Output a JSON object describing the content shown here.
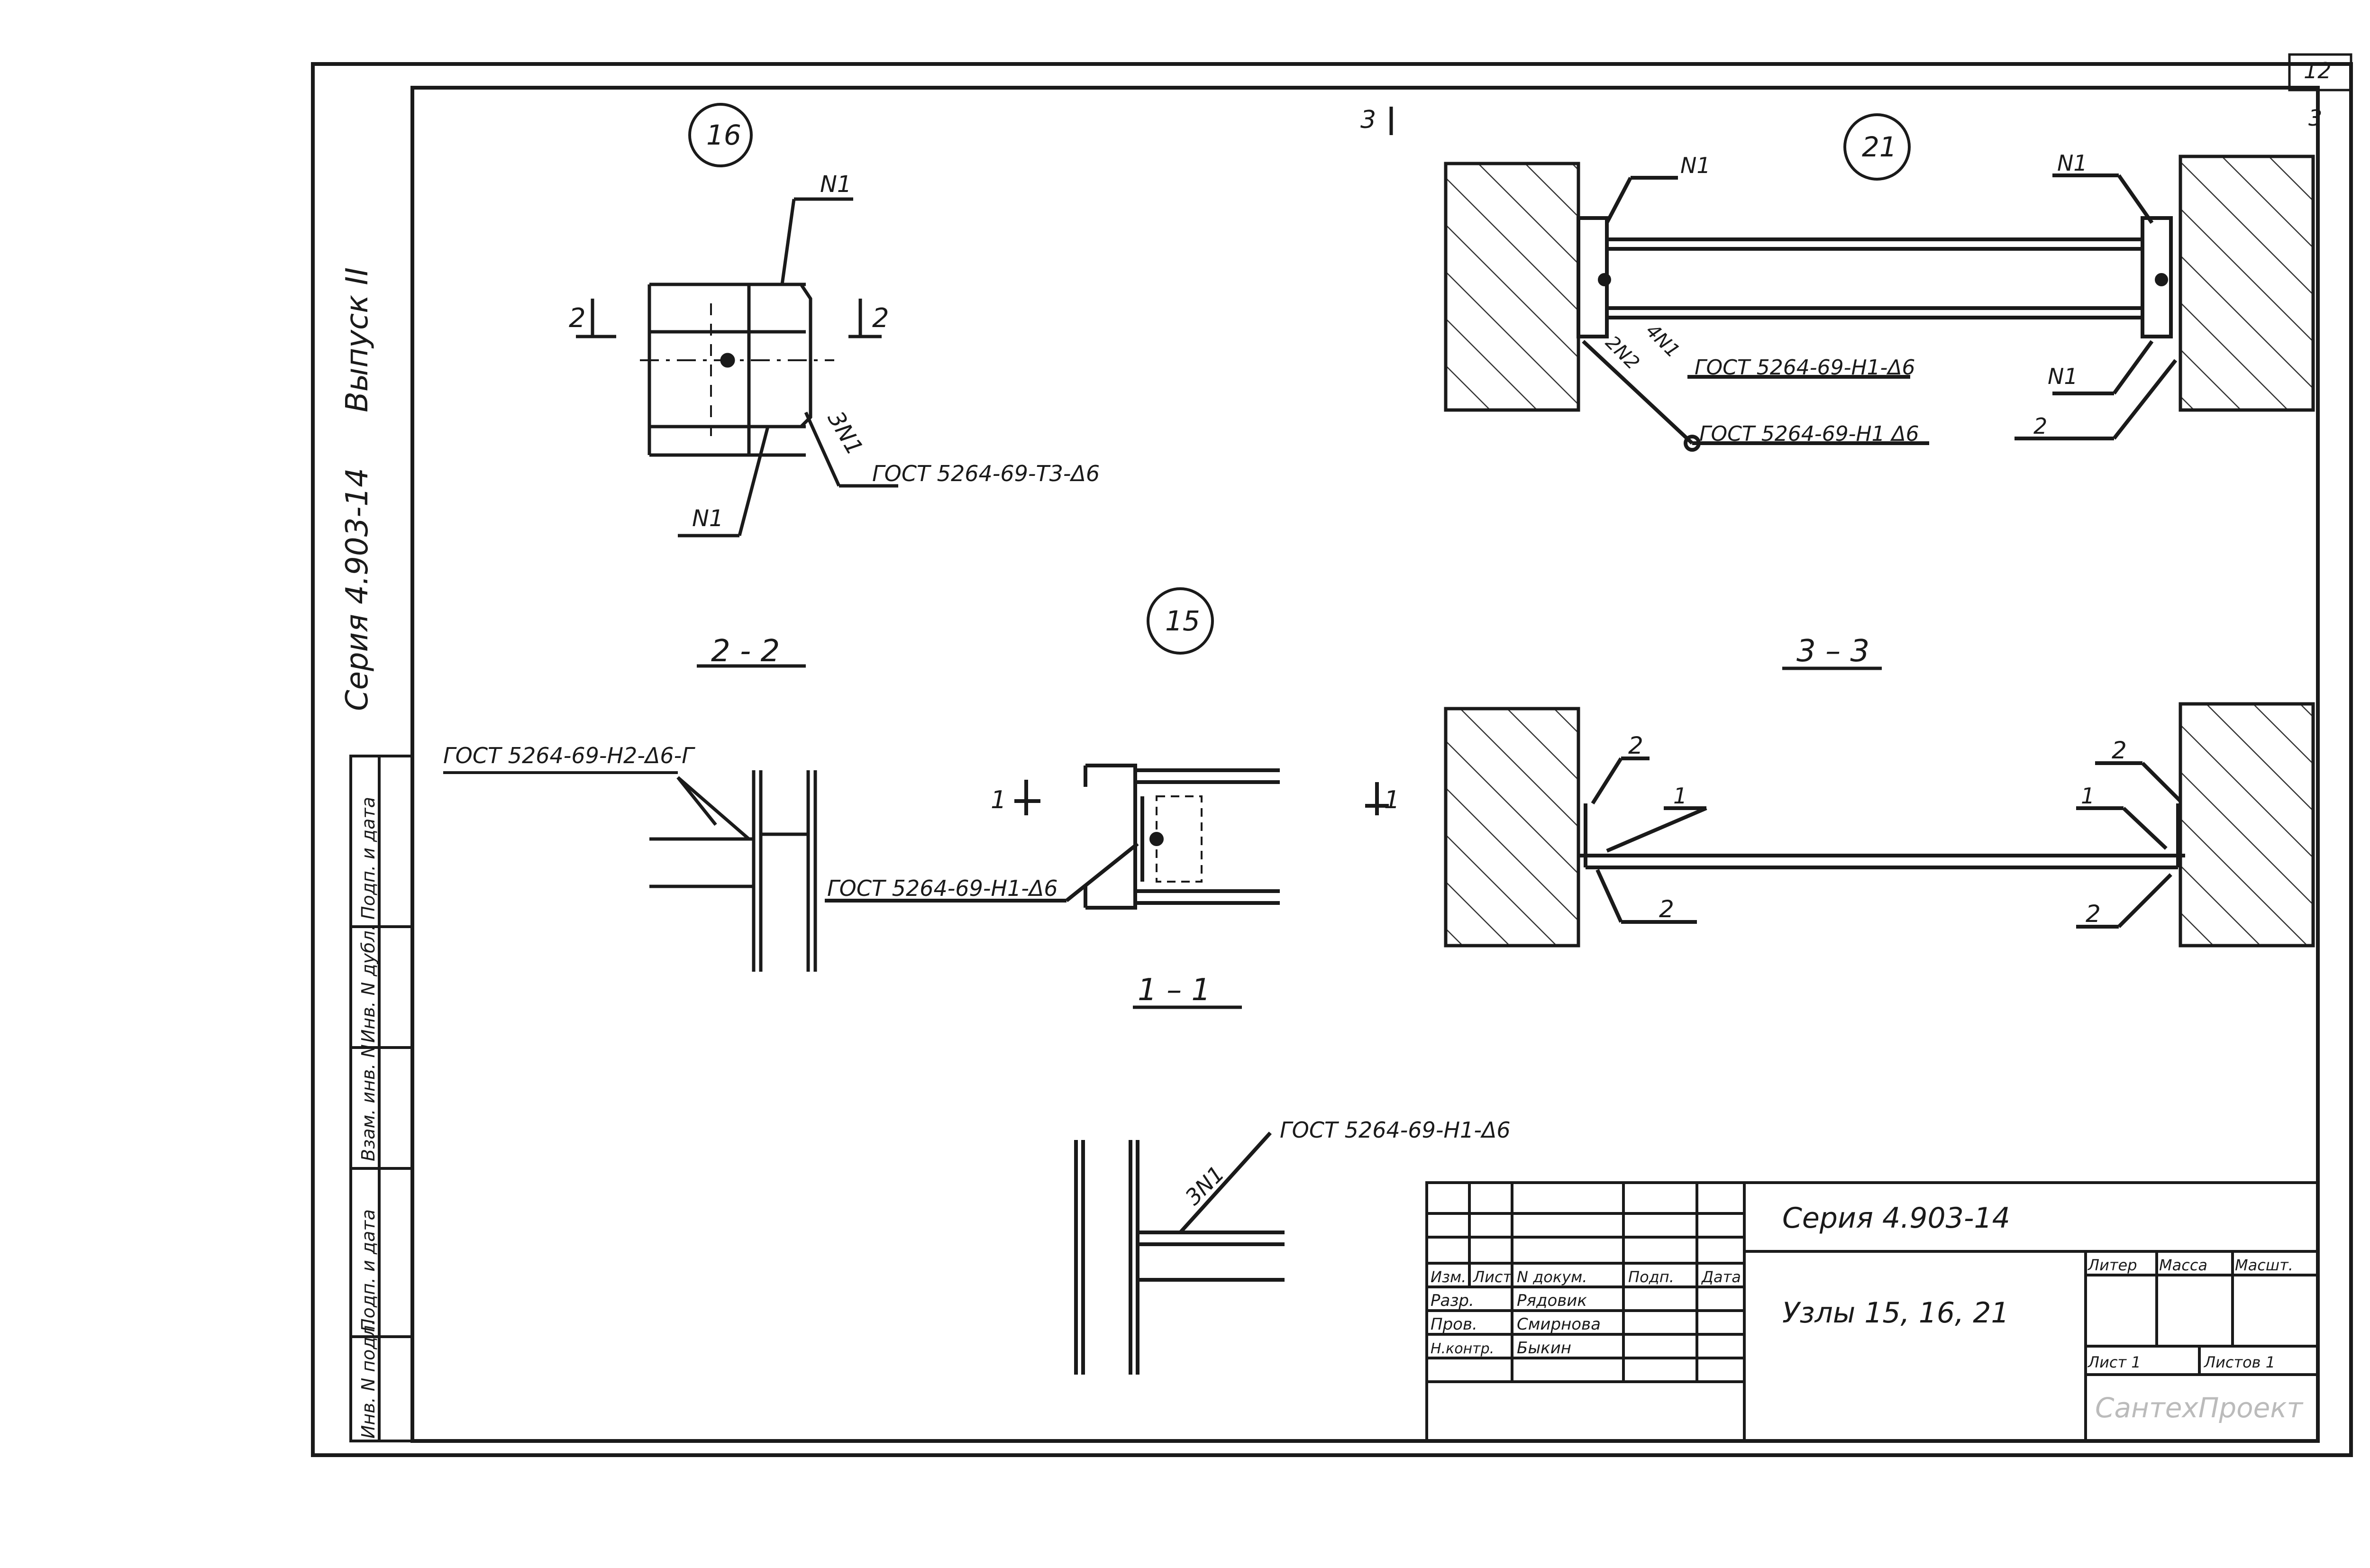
{
  "sheet_number": "12",
  "side_series": "Серия 4.903-14",
  "side_issue": "Выпуск II",
  "side_columns": [
    "Подп. и дата",
    "Взам. инв. N",
    "Инв. N дубл.",
    "Подп. и дата",
    "Инв. N подл."
  ],
  "nodes": {
    "n16": "16",
    "n21": "21",
    "n15": "15"
  },
  "sections": {
    "s22": "2 - 2",
    "s33": "3 – 3",
    "s11": "1 – 1"
  },
  "cut_marks": {
    "c2": "2",
    "c3": "3",
    "c1": "1"
  },
  "callouts": {
    "n1": "N1",
    "three_n1": "3N1",
    "four_n1": "4N1",
    "two_n2": "2N2",
    "pos1": "1",
    "pos2": "2"
  },
  "welds": {
    "w16": "ГОСТ 5264-69-Т3-Δ6",
    "w21a": "ГОСТ 5264-69-Н1-Δ6",
    "w21b": "ГОСТ 5264-69-Н1 Δ6",
    "w22": "ГОСТ 5264-69-Н2-Δ6-Г",
    "w15": "ГОСТ 5264-69-Н1-Δ6",
    "w11": "ГОСТ 5264-69-Н1-Δ6"
  },
  "title_block": {
    "series": "Серия 4.903-14",
    "name": "Узлы 15, 16, 21",
    "headers": [
      "Изм.",
      "Лист",
      "N докум.",
      "Подп.",
      "Дата"
    ],
    "roles": [
      "Разр.",
      "Пров.",
      "Н.контр."
    ],
    "people": [
      "Рядовик",
      "Смирнова",
      "Быкин"
    ],
    "right_headers": [
      "Литер",
      "Масса",
      "Масшт."
    ],
    "sheet_row": [
      "Лист 1",
      "Листов 1"
    ],
    "org": "СантехПроект"
  }
}
